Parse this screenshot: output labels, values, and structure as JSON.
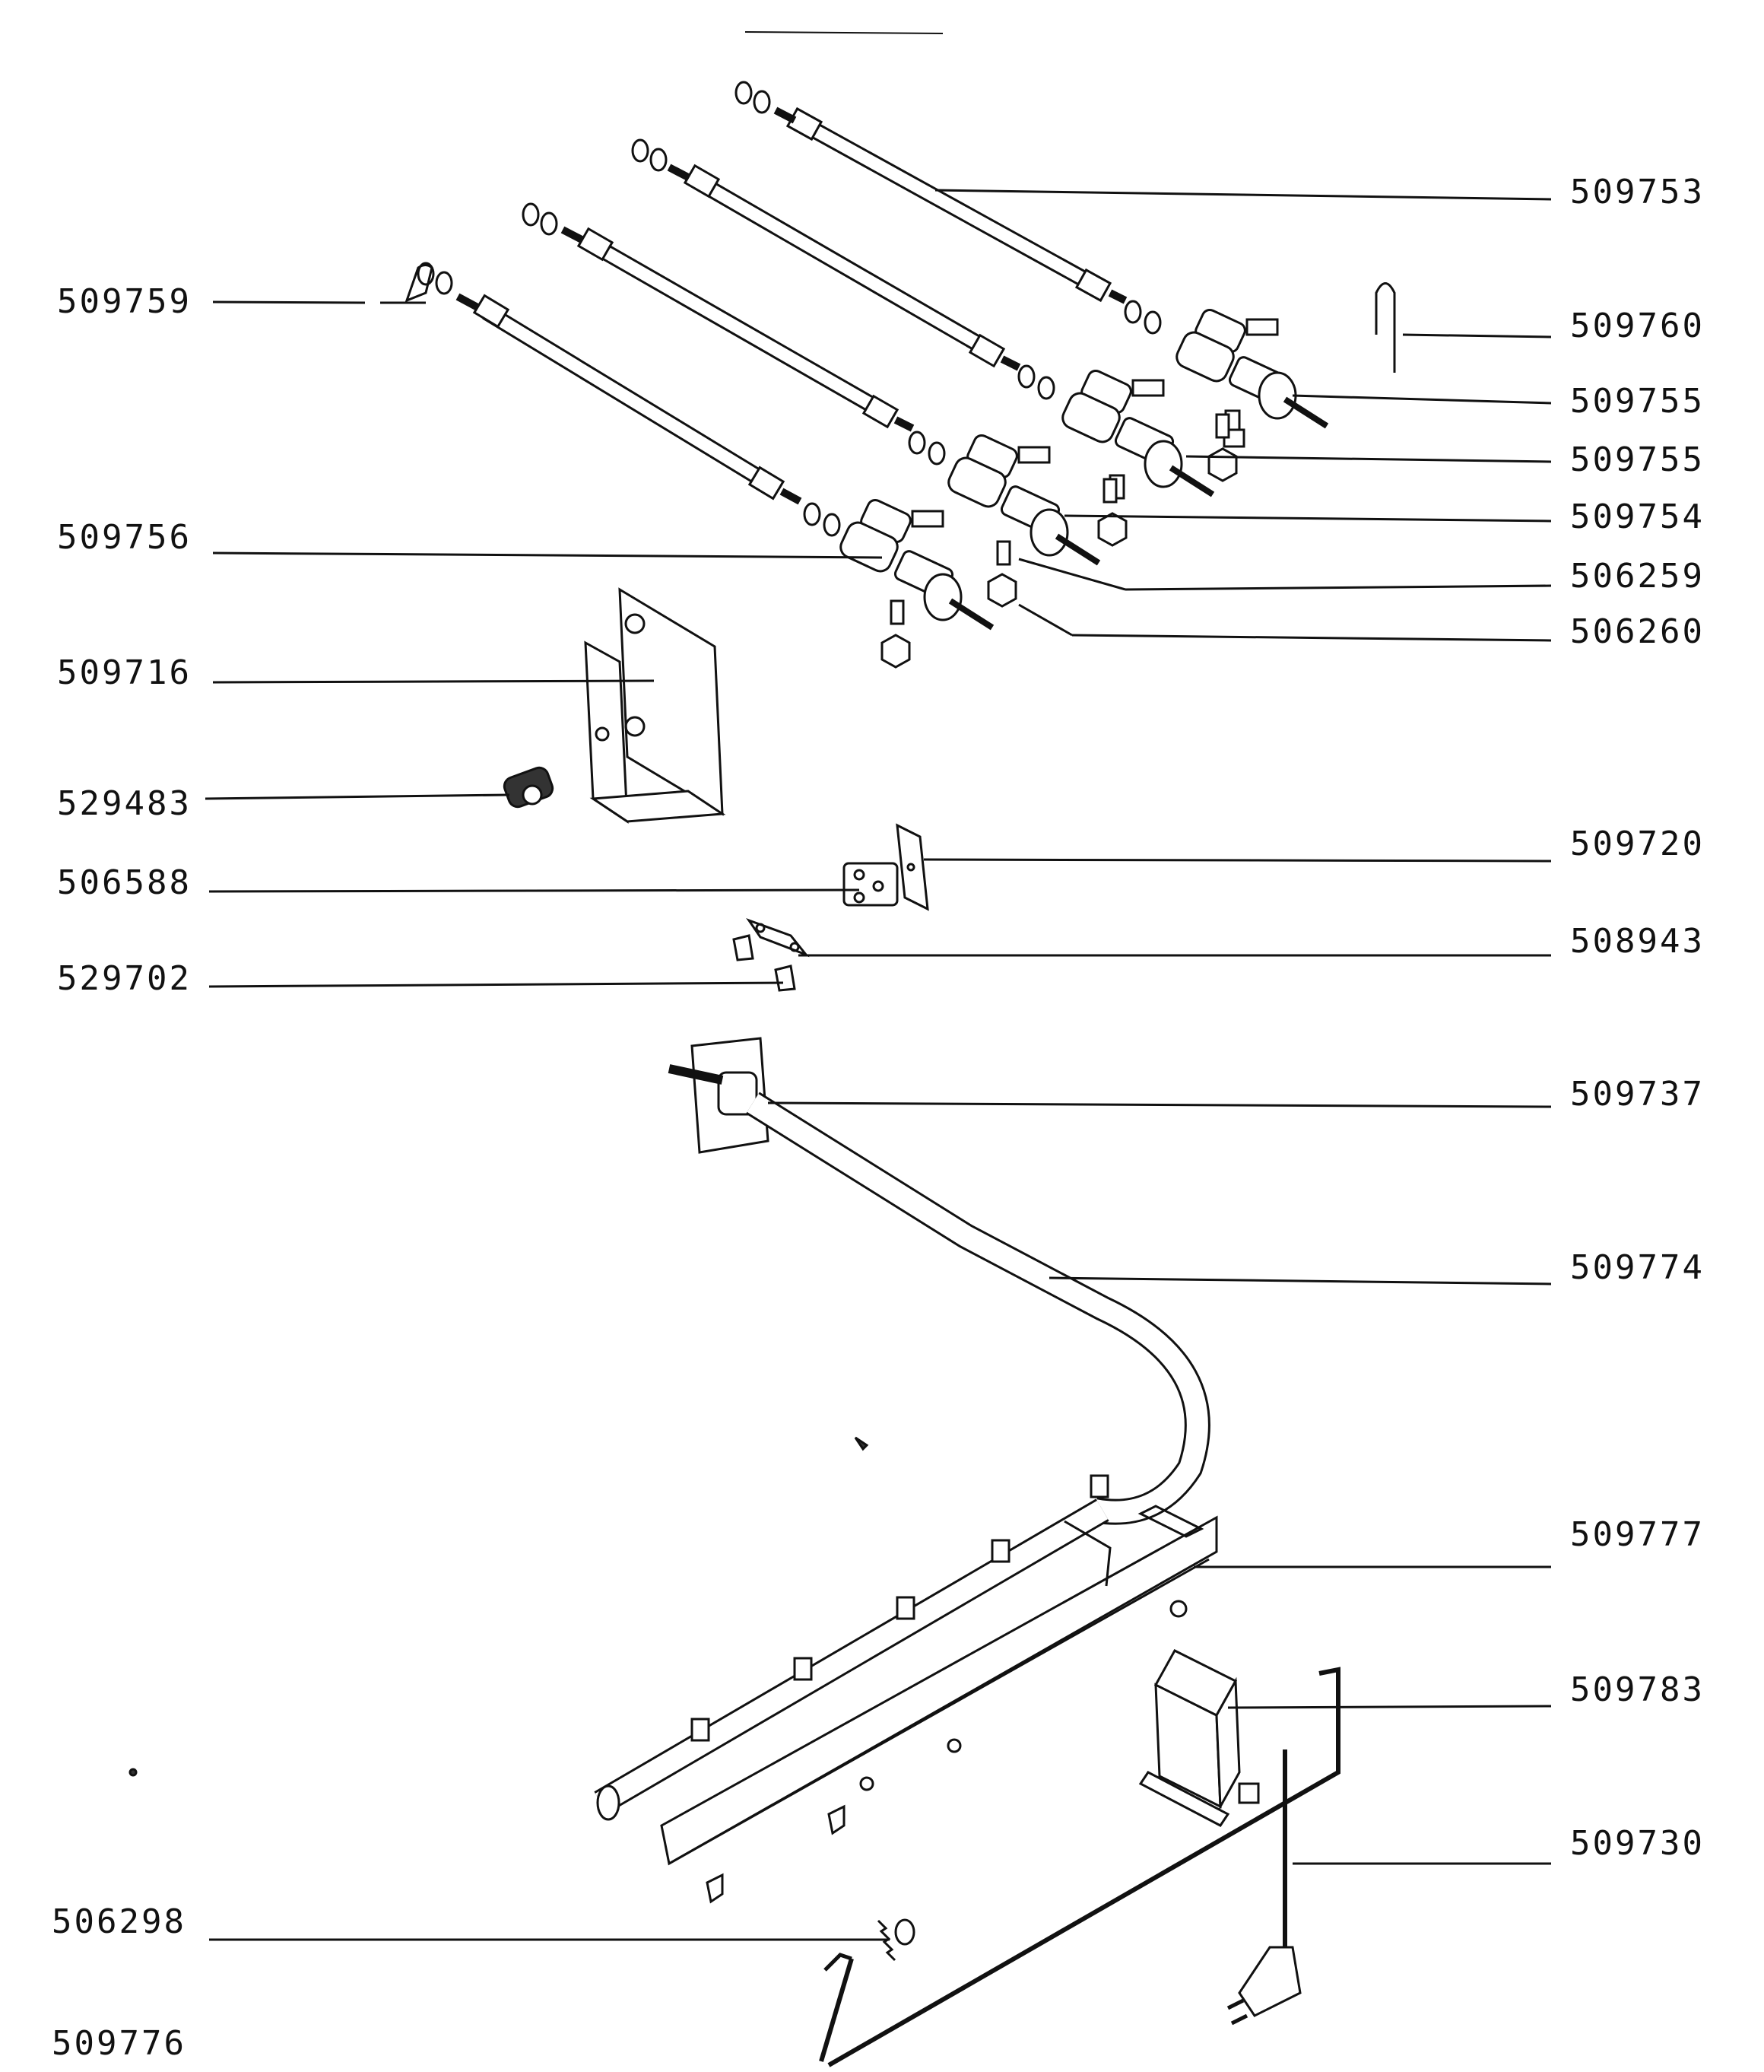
{
  "labels_left": [
    "509759",
    "509756",
    "509716",
    "529483",
    "506588",
    "529702",
    "506298",
    "509776"
  ],
  "labels_right": [
    "509753",
    "509760",
    "509755",
    "509755",
    "509754",
    "506259",
    "506260",
    "509720",
    "508943",
    "509737",
    "509774",
    "509777",
    "509783",
    "509730"
  ]
}
